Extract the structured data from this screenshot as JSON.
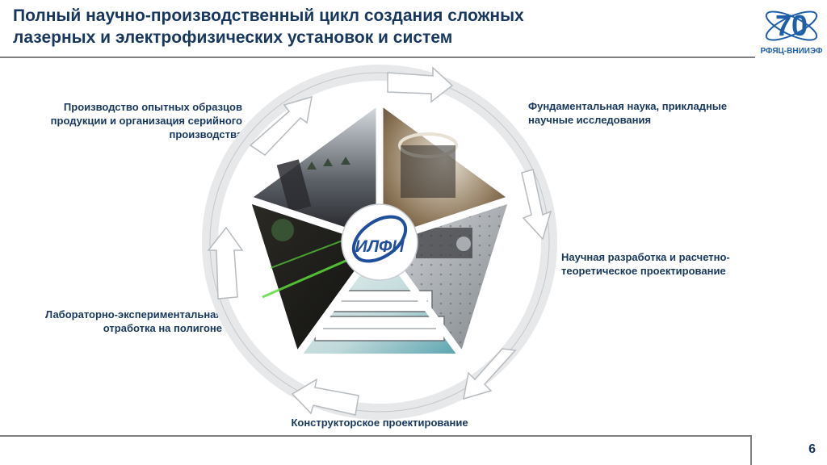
{
  "slide": {
    "title_lines": [
      "Полный научно-производственный цикл создания сложных",
      "лазерных и электрофизических установок и систем"
    ],
    "page_number": "6"
  },
  "logo": {
    "number": "70",
    "text": "РФЯЦ-ВНИИЭФ",
    "color": "#1f5fa8"
  },
  "center_logo": {
    "text": "ИЛФИ",
    "color": "#1f4e9c"
  },
  "cycle_labels": {
    "production": [
      "Производство опытных образцов",
      "продукции и организация серийного",
      "производства"
    ],
    "fundamental": [
      "Фундаментальная наука, прикладные",
      "научные исследования"
    ],
    "development": [
      "Научная разработка и расчетно-",
      "теоретическое проектирование"
    ],
    "laboratory": [
      "Лабораторно-экспериментальная",
      "отработка на полигоне"
    ],
    "design": [
      "Конструкторское проектирование"
    ]
  },
  "colors": {
    "title": "#17375e",
    "rule": "#7f7f7f",
    "arrow": "#ffffff"
  }
}
